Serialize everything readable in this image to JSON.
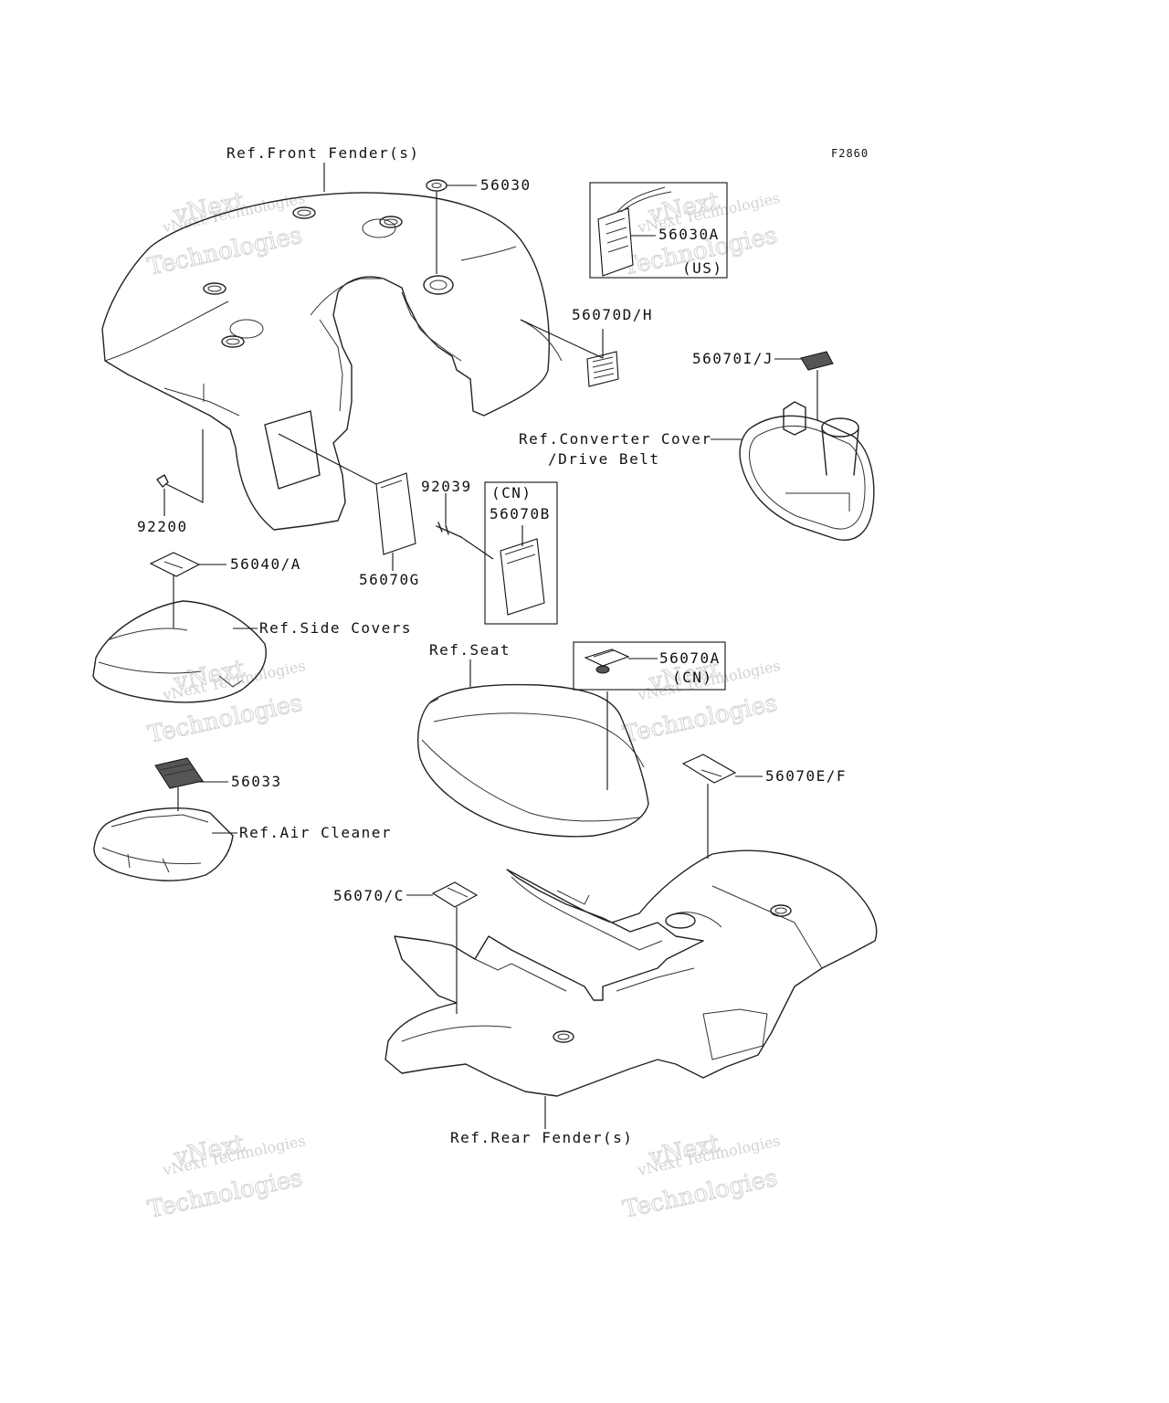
{
  "figure_code": "F2860",
  "reference_labels": {
    "front_fender": "Ref.Front Fender(s)",
    "converter_cover_line1": "Ref.Converter Cover",
    "converter_cover_line2": "/Drive Belt",
    "side_covers": "Ref.Side Covers",
    "seat": "Ref.Seat",
    "air_cleaner": "Ref.Air Cleaner",
    "rear_fender": "Ref.Rear Fender(s)"
  },
  "part_numbers": {
    "p56030": "56030",
    "p56030A": "56030A",
    "p56070DH": "56070D/H",
    "p56070IJ": "56070I/J",
    "p92039": "92039",
    "p56070B": "56070B",
    "p92200": "92200",
    "p56040A": "56040/A",
    "p56070G": "56070G",
    "p56070A": "56070A",
    "p56033": "56033",
    "p56070EF": "56070E/F",
    "p56070C": "56070/C"
  },
  "region_tags": {
    "us": "(US)",
    "cn_b": "(CN)",
    "cn_a": "(CN)"
  },
  "watermark": {
    "line_small": "vNext Technologies",
    "line_big_1": "vNext",
    "line_big_2": "Technologies"
  }
}
